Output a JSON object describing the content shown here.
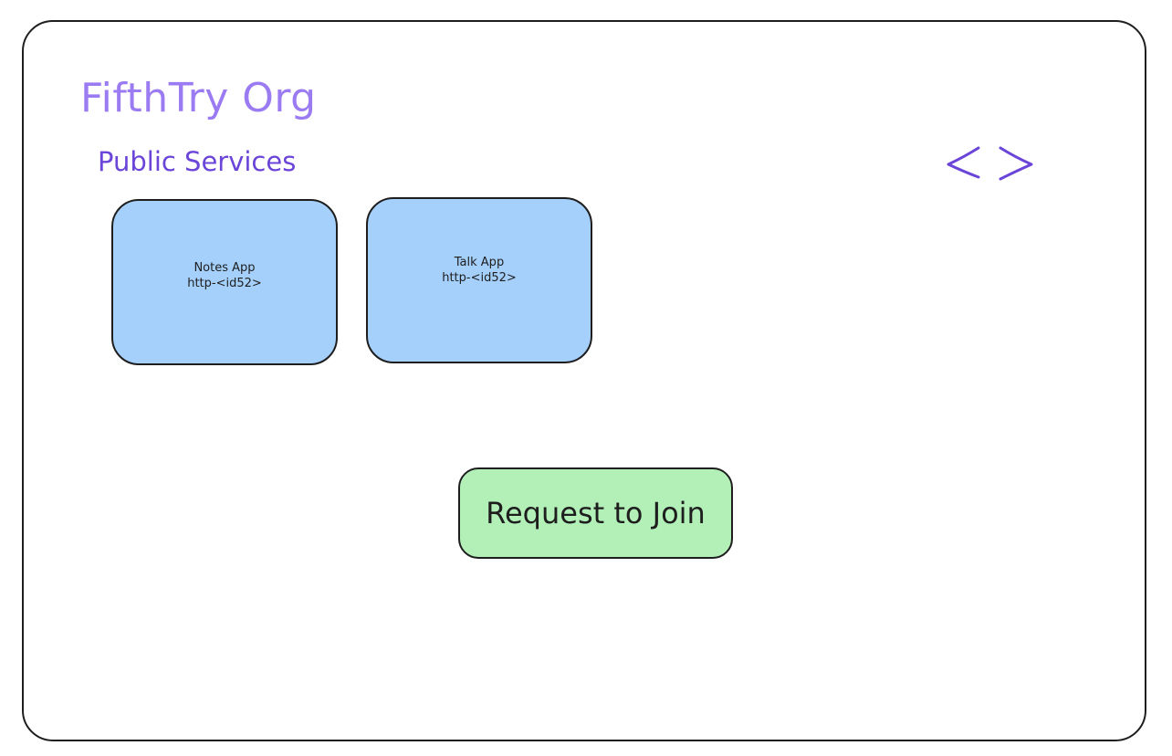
{
  "org": {
    "title": "FifthTry Org",
    "title_color": "#9b7bf2"
  },
  "section": {
    "title": "Public Services",
    "title_color": "#6a45d8"
  },
  "nav": {
    "prev_icon": "chevron-left-icon",
    "next_icon": "chevron-right-icon",
    "color": "#6a45d8"
  },
  "services": [
    {
      "name": "Notes App",
      "url": "http-<id52>"
    },
    {
      "name": "Talk App",
      "url": "http-<id52>"
    }
  ],
  "card_color": "#a5d0fb",
  "join_button": {
    "label": "Request to Join",
    "color": "#b2f0b8"
  }
}
